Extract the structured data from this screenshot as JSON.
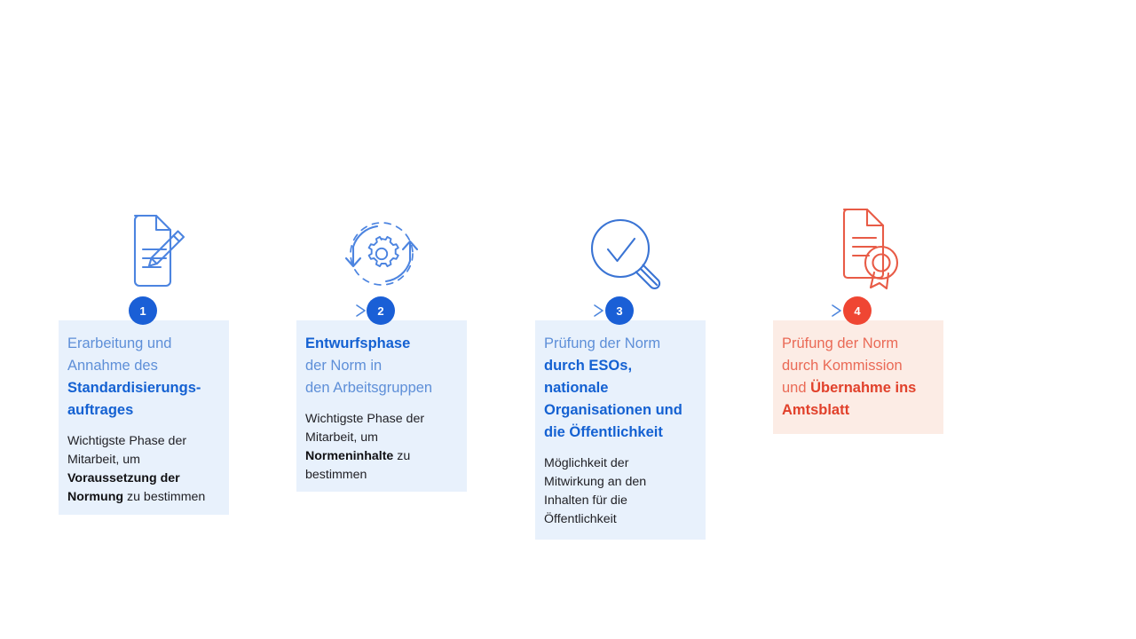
{
  "meta": {
    "title": "Normungsprozess – 4 Phasen",
    "background": "#ffffff"
  },
  "colors": {
    "accent_blue": "#1a5fd6",
    "accent_blue_bold": "#1461d2",
    "accent_blue_light": "#5e8fd8",
    "accent_red": "#ef4633",
    "accent_red_bold": "#e1412b",
    "accent_red_light": "#ea6a56",
    "card_blue_bg": "#e8f1fc",
    "card_red_bg": "#fcece5",
    "body_text": "#1f1f24",
    "connector_line": "#7aa7e8"
  },
  "timeline": {
    "connector_name": "process-arrow-line",
    "arrow_count": 3
  },
  "steps": [
    {
      "number": "1",
      "icon": "document-pencil-icon",
      "icon_color": "#4c84e0",
      "marker_color": "#1a5fd6",
      "card_variant": "blue",
      "title_lines": [
        {
          "text": "Erarbeitung und",
          "bold": false
        },
        {
          "text": "Annahme des",
          "bold": false
        },
        {
          "text": "Standardisierungs-",
          "bold": true
        },
        {
          "text": "auftrages",
          "bold": true
        }
      ],
      "body_lines": [
        {
          "text": "Wichtigste Phase der",
          "bold": false
        },
        {
          "text": "Mitarbeit, um",
          "bold": false
        },
        {
          "text": "Voraussetzung der",
          "bold": true
        },
        {
          "text": "Normung",
          "bold": true
        },
        {
          "text": " zu bestimmen",
          "bold": false
        }
      ],
      "title_plain": "Erarbeitung und Annahme des Standardisierungsauftrages",
      "body_plain": "Wichtigste Phase der Mitarbeit, um Voraussetzung der Normung zu bestimmen"
    },
    {
      "number": "2",
      "icon": "gear-cycle-icon",
      "icon_color": "#4c84e0",
      "marker_color": "#1a5fd6",
      "card_variant": "blue",
      "title_lines": [
        {
          "text": "Entwurfsphase",
          "bold": true
        },
        {
          "text": "der Norm in",
          "bold": false
        },
        {
          "text": "den Arbeitsgruppen",
          "bold": false
        }
      ],
      "body_lines": [
        {
          "text": "Wichtigste Phase der",
          "bold": false
        },
        {
          "text": "Mitarbeit, um",
          "bold": false
        },
        {
          "text": "Normeninhalte",
          "bold": true
        },
        {
          "text": " zu bestimmen",
          "bold": false
        }
      ],
      "title_plain": "Entwurfsphase der Norm in den Arbeitsgruppen",
      "body_plain": "Wichtigste Phase der Mitarbeit, um Normeninhalte zu bestimmen"
    },
    {
      "number": "3",
      "icon": "magnifier-check-icon",
      "icon_color": "#3a74d4",
      "marker_color": "#1a5fd6",
      "card_variant": "blue",
      "title_lines": [
        {
          "text": "Prüfung der Norm",
          "bold": false
        },
        {
          "text": "durch ESOs,",
          "bold": true
        },
        {
          "text": "nationale",
          "bold": true
        },
        {
          "text": "Organisationen und",
          "bold": true
        },
        {
          "text": "die Öffentlichkeit",
          "bold": true
        }
      ],
      "body_lines": [
        {
          "text": "Möglichkeit der",
          "bold": false
        },
        {
          "text": "Mitwirkung an den",
          "bold": false
        },
        {
          "text": "Inhalten für die",
          "bold": false
        },
        {
          "text": "Öffentlichkeit",
          "bold": false
        }
      ],
      "title_plain": "Prüfung der Norm durch ESOs, nationale Organisationen und die Öffentlichkeit",
      "body_plain": "Möglichkeit der Mitwirkung an den Inhalten für die Öffentlichkeit"
    },
    {
      "number": "4",
      "icon": "certificate-document-icon",
      "icon_color": "#e85b46",
      "marker_color": "#ef4633",
      "card_variant": "red",
      "title_lines": [
        {
          "text": "Prüfung der Norm",
          "bold": false
        },
        {
          "text": "durch Kommission",
          "bold": false
        },
        {
          "text": "und ",
          "bold": false
        },
        {
          "text": "Übernahme ins",
          "bold": true
        },
        {
          "text": "Amtsblatt",
          "bold": true
        }
      ],
      "body_lines": [],
      "title_plain": "Prüfung der Norm durch Kommission und Übernahme ins Amtsblatt",
      "body_plain": ""
    }
  ]
}
